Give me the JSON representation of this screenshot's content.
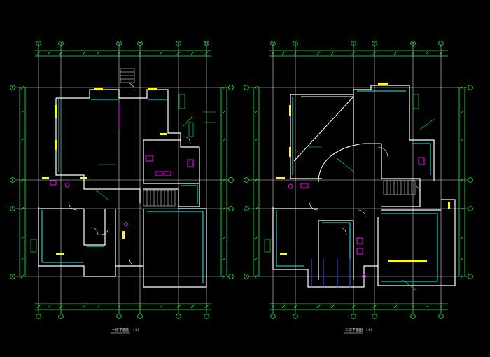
{
  "colors": {
    "background": "#000000",
    "dimension": "#00ff3c",
    "grid_axis": "#ffffff",
    "wall": "#ffffff",
    "wall_fill": "#ffff00",
    "cyan": "#00ffff",
    "magenta": "#ff00ff",
    "blue": "#3a5bff",
    "text": "#dcdcdc"
  },
  "grid_bubbles_left_x": [
    "1",
    "3",
    "5",
    "7",
    "9",
    "11"
  ],
  "grid_bubbles_right_x": [
    "1",
    "3",
    "5",
    "7",
    "9",
    "11"
  ],
  "grid_bubbles_y": [
    "F",
    "E",
    "C",
    "A"
  ],
  "plans": {
    "first_floor": {
      "title": "一层平面图",
      "scale": "1:50"
    },
    "second_floor": {
      "title": "二层平面图",
      "scale": "1:50"
    }
  }
}
